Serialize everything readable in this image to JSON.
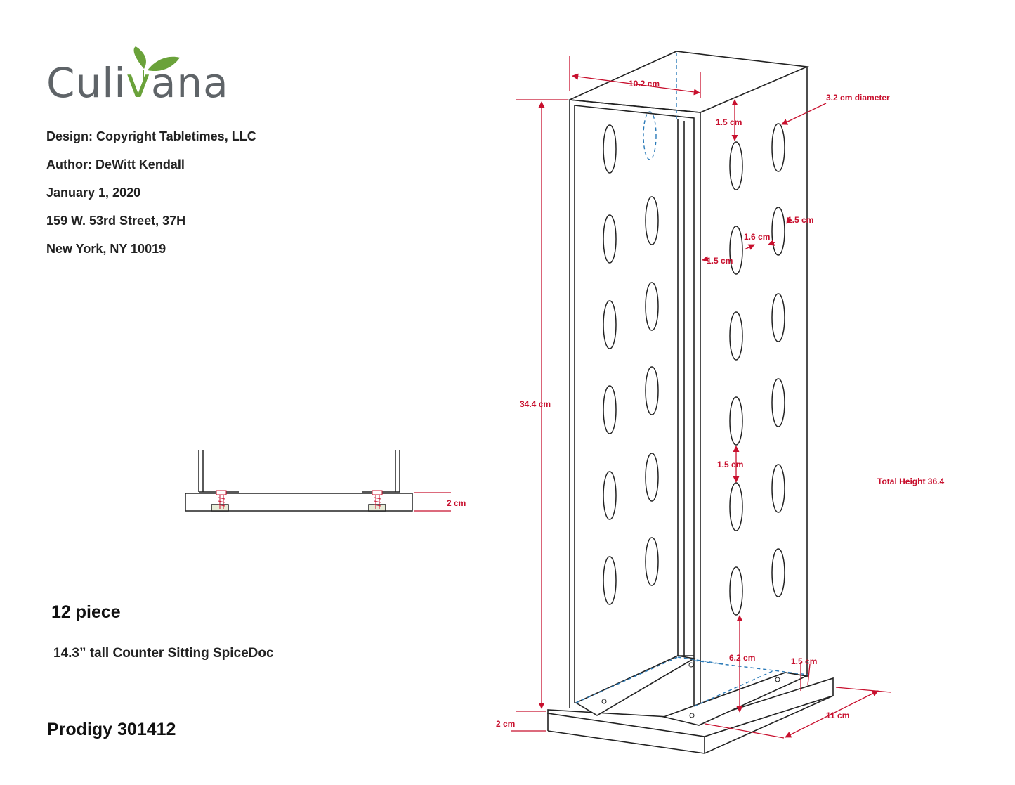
{
  "logo": {
    "word_part1": "Culi",
    "word_v": "v",
    "word_part2": "ana",
    "leaf_color": "#6aa23a",
    "text_color": "#5f6468"
  },
  "info": {
    "design": "Design: Copyright Tabletimes, LLC",
    "author": "Author: DeWitt Kendall",
    "date": "January 1, 2020",
    "address1": "159 W. 53rd Street, 37H",
    "address2": "New York, NY 10019"
  },
  "product": {
    "pieces": "12 piece",
    "description": "14.3” tall Counter Sitting SpiceDoc",
    "model": "Prodigy 301412"
  },
  "dimensions": {
    "width_top": "10.2 cm",
    "hole_diameter": "3.2 cm diameter",
    "top_margin": "1.5 cm",
    "side_margin_right": "1.5 cm",
    "hole_gap_horizontal": "1.6 cm",
    "side_margin_left": "1.5 cm",
    "height_panel": "34.4 cm",
    "vertical_gap": "1.5 cm",
    "total_height": "Total Height 36.4",
    "bottom_clearance": "6.2 cm",
    "base_margin": "1.5 cm",
    "base_depth": "11 cm",
    "base_thickness": "2 cm",
    "section_base_thickness": "2 cm"
  },
  "colors": {
    "dimension": "#c8102e",
    "hidden_line": "#2a7ab8",
    "outline": "#222222"
  }
}
